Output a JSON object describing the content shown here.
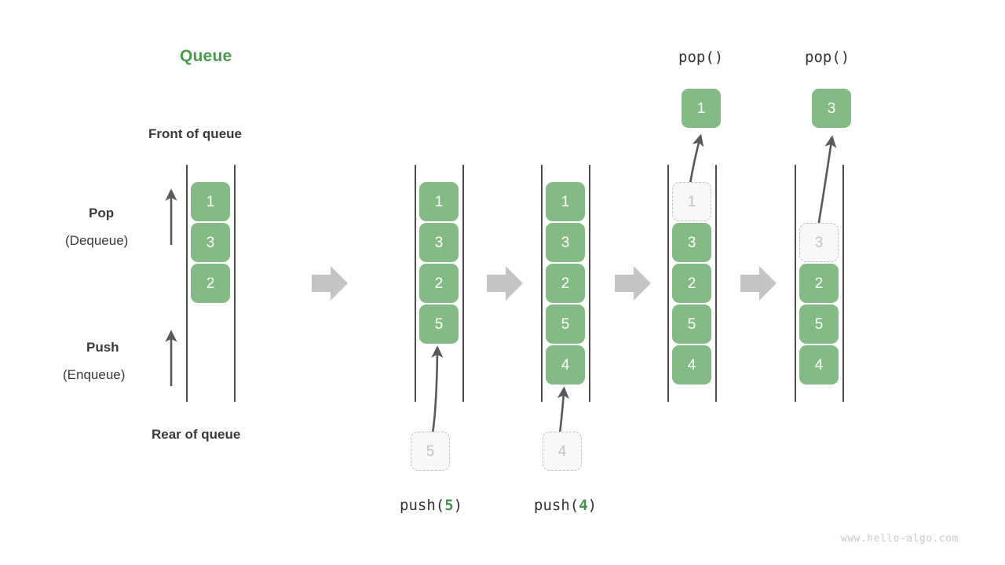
{
  "meta": {
    "watermark": "www.hello-algo.com",
    "accent_green": "#4a9b4c",
    "cell_green": "#84bb84",
    "ghost_gray": "#c2c2c2",
    "arrow_gray": "#c4c4c4",
    "line_dark": "#4d4d4d"
  },
  "legend": {
    "title": "Queue",
    "front_label": "Front of queue",
    "rear_label": "Rear of queue",
    "pop_label": "Pop",
    "pop_sub_label": "(Dequeue)",
    "push_label": "Push",
    "push_sub_label": "(Enqueue)"
  },
  "panels": [
    {
      "id": "initial",
      "caption": "",
      "caption_arg": "",
      "top_label": "",
      "cells": [
        "1",
        "3",
        "2"
      ],
      "ghost_index": -1,
      "incoming": "",
      "popped": ""
    },
    {
      "id": "after-push-5",
      "caption_prefix": "push(",
      "caption_arg": "5",
      "caption_suffix": ")",
      "top_label": "",
      "cells": [
        "1",
        "3",
        "2",
        "5"
      ],
      "ghost_index": -1,
      "incoming": "5",
      "popped": ""
    },
    {
      "id": "after-push-4",
      "caption_prefix": "push(",
      "caption_arg": "4",
      "caption_suffix": ")",
      "top_label": "",
      "cells": [
        "1",
        "3",
        "2",
        "5",
        "4"
      ],
      "ghost_index": -1,
      "incoming": "4",
      "popped": ""
    },
    {
      "id": "after-pop-1",
      "caption_prefix": "",
      "caption_arg": "",
      "caption_suffix": "",
      "top_label": "pop()",
      "cells": [
        "1",
        "3",
        "2",
        "5",
        "4"
      ],
      "ghost_index": 0,
      "incoming": "",
      "popped": "1"
    },
    {
      "id": "after-pop-3",
      "caption_prefix": "",
      "caption_arg": "",
      "caption_suffix": "",
      "top_label": "pop()",
      "cells": [
        "3",
        "2",
        "5",
        "4"
      ],
      "ghost_index": 0,
      "incoming": "",
      "popped": "3"
    }
  ],
  "flow_arrows": 4
}
